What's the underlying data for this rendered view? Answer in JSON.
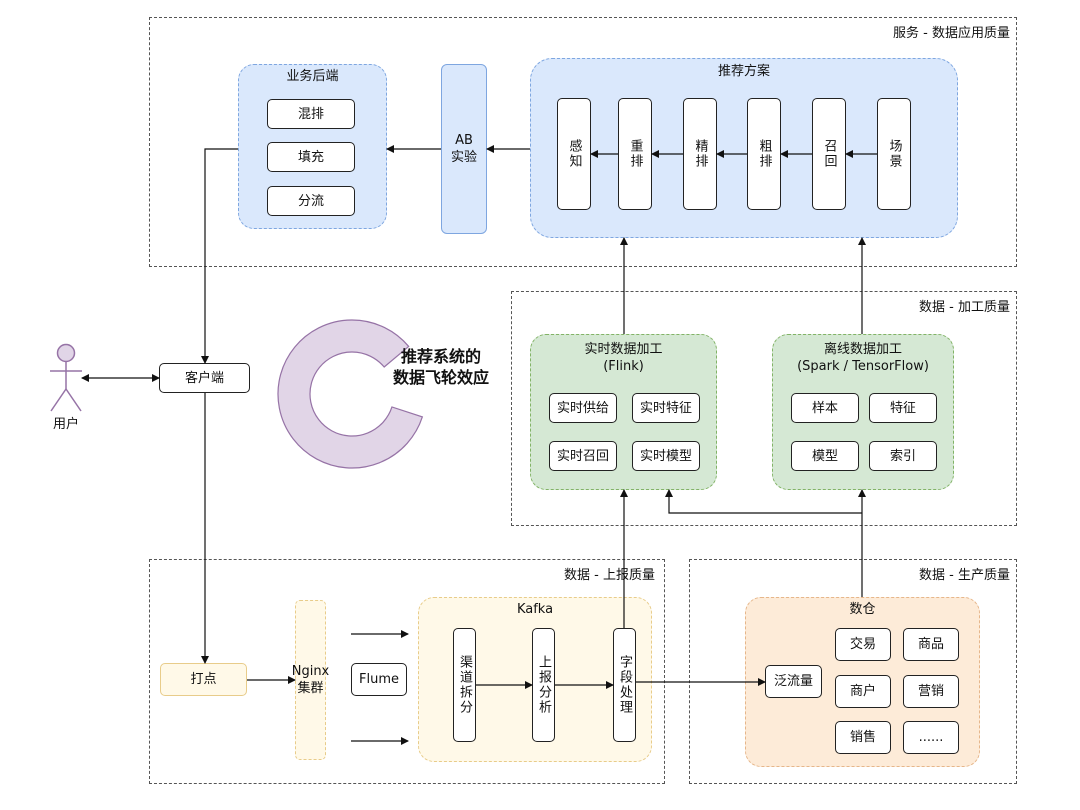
{
  "frames": {
    "service": "服务 - 数据应用质量",
    "processing": "数据 - 加工质量",
    "reporting": "数据 - 上报质量",
    "production": "数据 - 生产质量"
  },
  "business_backend": {
    "title": "业务后端",
    "items": [
      "混排",
      "填充",
      "分流"
    ]
  },
  "ab_test": "AB\n实验",
  "recommend": {
    "title": "推荐方案",
    "stages": [
      "感知",
      "重排",
      "精排",
      "粗排",
      "召回",
      "场景"
    ]
  },
  "user": "用户",
  "client": "客户端",
  "flywheel": "推荐系统的\n数据飞轮效应",
  "realtime": {
    "title": "实时数据加工\n(Flink)",
    "items": [
      "实时供给",
      "实时特征",
      "实时召回",
      "实时模型"
    ]
  },
  "offline": {
    "title": "离线数据加工\n(Spark / TensorFlow)",
    "items": [
      "样本",
      "特征",
      "模型",
      "索引"
    ]
  },
  "tracking": "打点",
  "nginx": "Nginx\n集群",
  "flume": "Flume",
  "kafka": {
    "title": "Kafka",
    "stages": [
      "渠道拆分",
      "上报分析",
      "字段处理"
    ]
  },
  "warehouse": {
    "title": "数仓",
    "input": "泛流量",
    "items": [
      "交易",
      "商品",
      "商户",
      "营销",
      "销售",
      "......"
    ]
  },
  "colors": {
    "blue": "#dae8fc",
    "green": "#d5e8d4",
    "yellow": "#fff9e8",
    "orange": "#fdebd8",
    "flywheel": "#e1d5e7",
    "person": "#e1d5e7"
  }
}
